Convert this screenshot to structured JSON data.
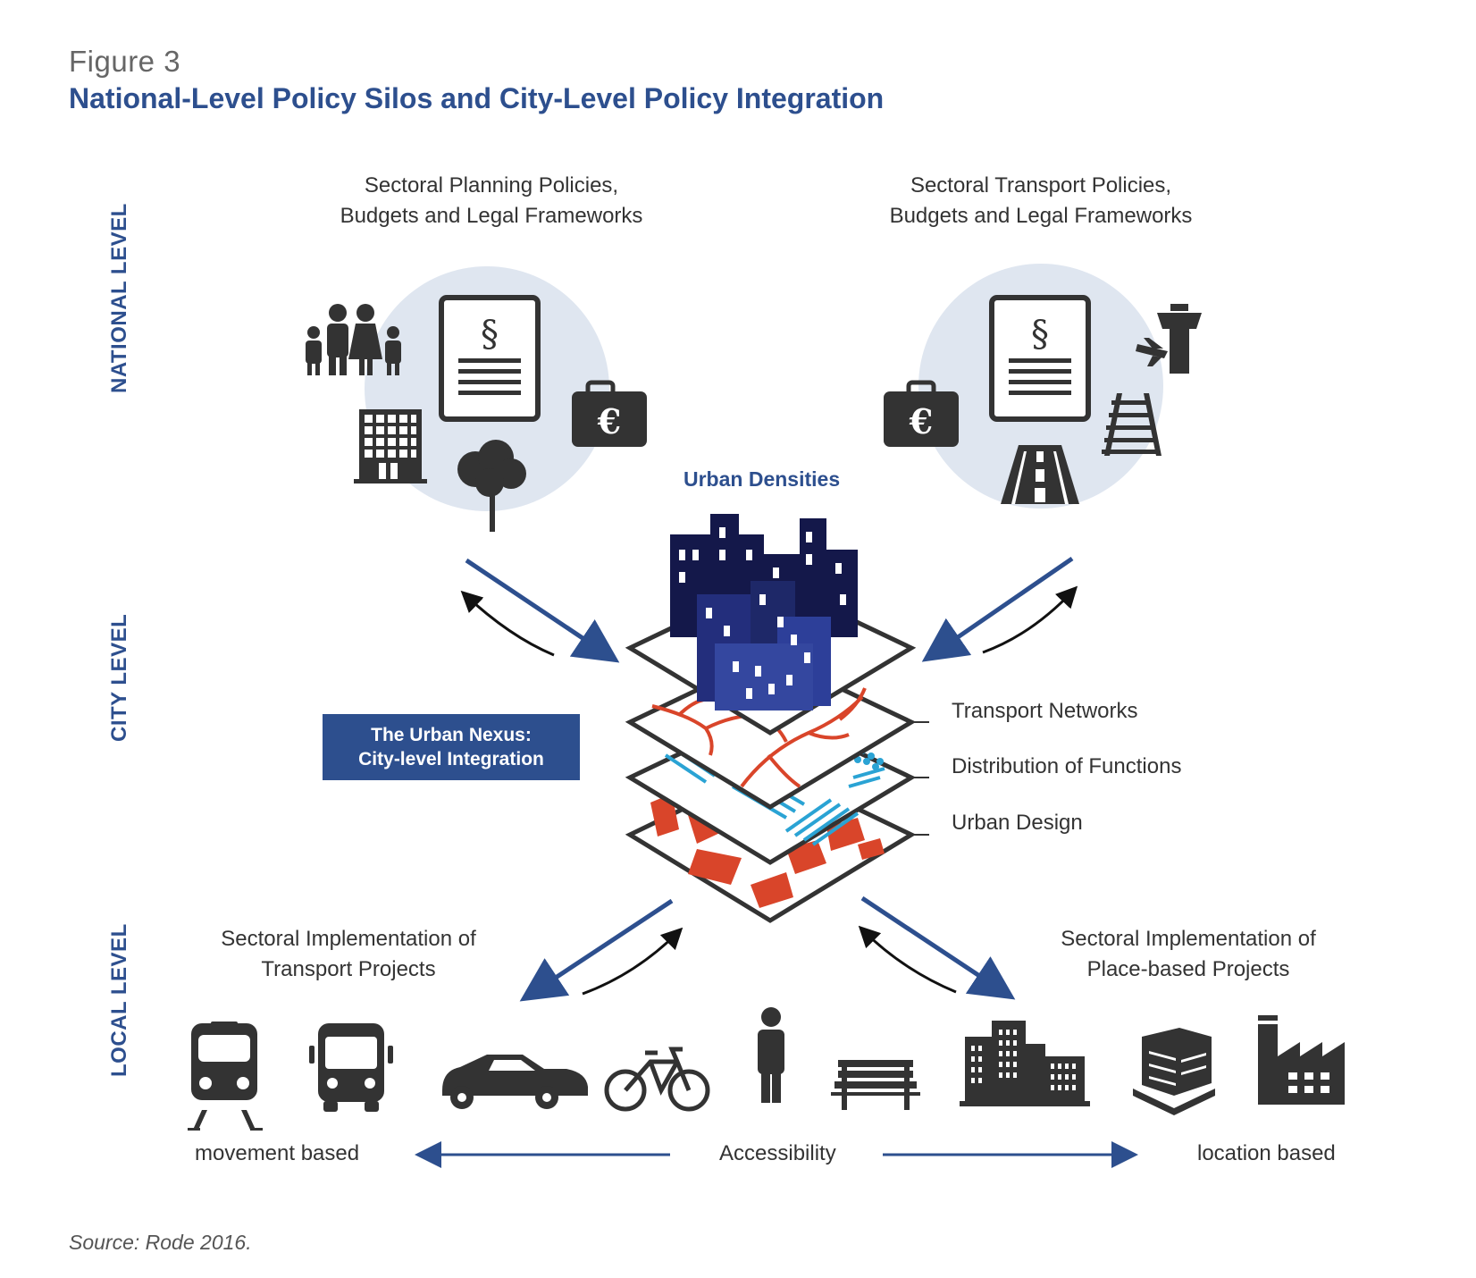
{
  "figure": {
    "label": "Figure 3",
    "title": "National-Level Policy Silos and City-Level Policy Integration",
    "source": "Source: Rode 2016."
  },
  "levels": {
    "national": "NATIONAL LEVEL",
    "city": "CITY LEVEL",
    "local": "LOCAL LEVEL"
  },
  "national": {
    "planning_heading_line1": "Sectoral Planning Policies,",
    "planning_heading_line2": "Budgets and Legal Frameworks",
    "transport_heading_line1": "Sectoral Transport Policies,",
    "transport_heading_line2": "Budgets and Legal Frameworks",
    "planning_icons": [
      "family-icon",
      "document-icon",
      "briefcase-euro-icon",
      "office-building-icon",
      "tree-icon"
    ],
    "transport_icons": [
      "briefcase-euro-icon",
      "document-icon",
      "airport-tower-icon",
      "railway-icon",
      "road-icon"
    ],
    "section_symbol": "§",
    "euro_symbol": "€"
  },
  "city": {
    "urban_densities": "Urban Densities",
    "nexus_line1": "The Urban Nexus:",
    "nexus_line2": "City-level Integration",
    "layers": [
      "Transport Networks",
      "Distribution of Functions",
      "Urban Design"
    ]
  },
  "local": {
    "transport_heading_line1": "Sectoral Implementation of",
    "transport_heading_line2": "Transport Projects",
    "place_heading_line1": "Sectoral Implementation of",
    "place_heading_line2": "Place-based Projects",
    "icons": [
      "train-icon",
      "bus-icon",
      "car-icon",
      "bicycle-icon",
      "pedestrian-icon",
      "bench-icon",
      "city-buildings-icon",
      "mall-icon",
      "factory-icon"
    ],
    "movement_based": "movement based",
    "accessibility": "Accessibility",
    "location_based": "location based"
  },
  "colors": {
    "blue": "#2d4f8e",
    "dark_icon": "#333333",
    "circle": "#dfe6f0",
    "red": "#d9452a",
    "cyan": "#2aa3d4",
    "navy": "#14184a"
  }
}
